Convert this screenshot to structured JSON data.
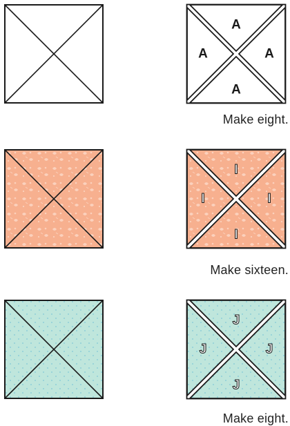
{
  "colors": {
    "line": "#1a1a1a",
    "white": "#ffffff",
    "peach": "#f7b08f",
    "peach_print": "#fbd1bd",
    "aqua": "#bfe6dc",
    "aqua_dot": "#7fc8d8"
  },
  "rows": [
    {
      "fabric": "white",
      "piece_labels": [
        "A",
        "A",
        "A",
        "A"
      ],
      "label_style": "bold",
      "caption": "Make eight."
    },
    {
      "fabric": "peach",
      "piece_labels": [
        "I",
        "I",
        "I",
        "I"
      ],
      "label_style": "outline",
      "caption": "Make sixteen."
    },
    {
      "fabric": "aqua",
      "piece_labels": [
        "J",
        "J",
        "J",
        "J"
      ],
      "label_style": "outline",
      "caption": "Make eight."
    }
  ]
}
